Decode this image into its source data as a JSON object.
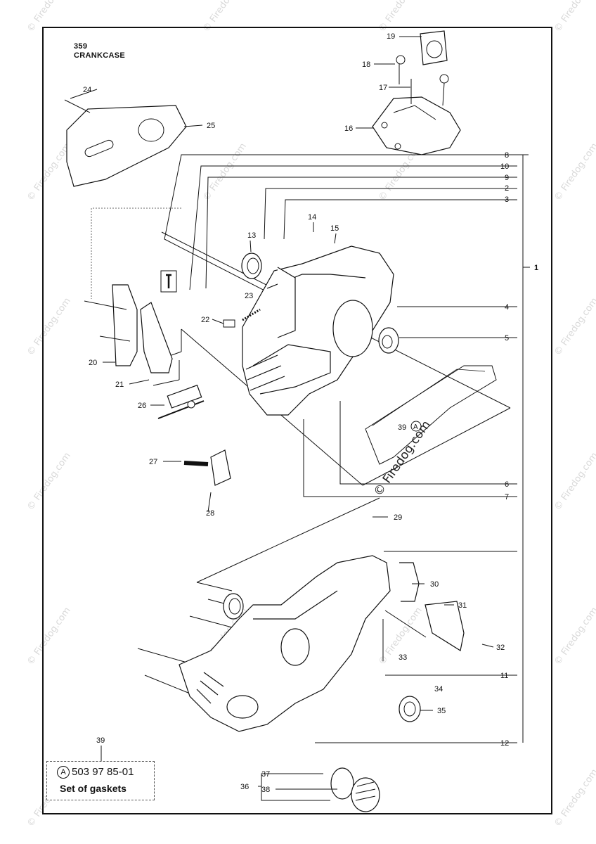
{
  "header": {
    "model": "359",
    "section": "CRANKCASE"
  },
  "watermark": {
    "text": "© Firedog.com"
  },
  "callouts": [
    {
      "num": "1"
    },
    {
      "num": "2"
    },
    {
      "num": "3"
    },
    {
      "num": "4"
    },
    {
      "num": "5"
    },
    {
      "num": "6"
    },
    {
      "num": "7"
    },
    {
      "num": "8"
    },
    {
      "num": "9"
    },
    {
      "num": "10"
    },
    {
      "num": "11"
    },
    {
      "num": "12"
    },
    {
      "num": "13"
    },
    {
      "num": "14"
    },
    {
      "num": "15"
    },
    {
      "num": "16"
    },
    {
      "num": "17"
    },
    {
      "num": "18"
    },
    {
      "num": "19"
    },
    {
      "num": "20"
    },
    {
      "num": "21"
    },
    {
      "num": "22"
    },
    {
      "num": "23"
    },
    {
      "num": "24"
    },
    {
      "num": "25"
    },
    {
      "num": "26"
    },
    {
      "num": "27"
    },
    {
      "num": "28"
    },
    {
      "num": "29"
    },
    {
      "num": "30"
    },
    {
      "num": "31"
    },
    {
      "num": "32"
    },
    {
      "num": "33"
    },
    {
      "num": "34"
    },
    {
      "num": "35"
    },
    {
      "num": "36"
    },
    {
      "num": "37"
    },
    {
      "num": "38"
    },
    {
      "num": "39"
    }
  ],
  "gasket_ref": {
    "marker": "A"
  },
  "kit": {
    "number": "39",
    "marker": "A",
    "part_number": "503 97 85-01",
    "description": "Set of gaskets"
  }
}
